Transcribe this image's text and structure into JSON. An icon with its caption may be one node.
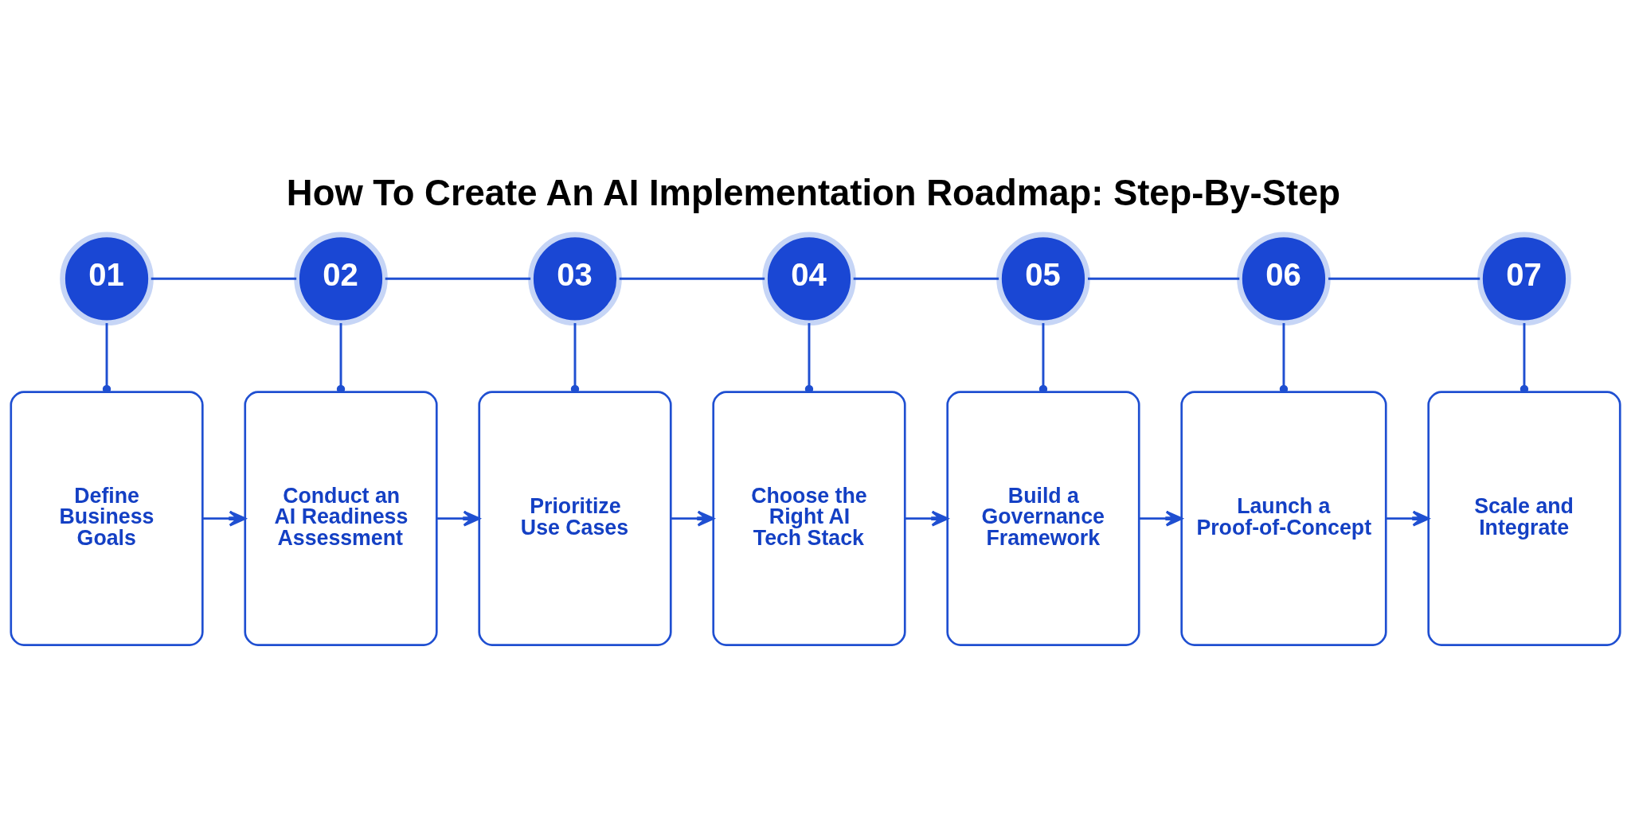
{
  "diagram": {
    "title": "How To Create An AI Implementation Roadmap: Step-By-Step",
    "nodes": [
      {
        "text": [
          "01"
        ]
      },
      {
        "text": [
          "02"
        ]
      },
      {
        "text": [
          "03"
        ]
      },
      {
        "text": [
          "04"
        ]
      },
      {
        "text": [
          "05"
        ]
      },
      {
        "text": [
          "06"
        ]
      },
      {
        "text": [
          "07"
        ]
      },
      {
        "text": [
          "Define Business Goals"
        ]
      },
      {
        "text": [
          "Conduct an AI Readiness Assessment"
        ]
      },
      {
        "text": [
          "Prioritize Use Cases"
        ]
      },
      {
        "text": [
          "Choose the Right AI Tech Stack"
        ]
      },
      {
        "text": [
          "Build a Governance Framework"
        ]
      },
      {
        "text": [
          "Launch a Proof-of-Concept"
        ]
      },
      {
        "text": [
          "Scale and Integrate"
        ]
      }
    ],
    "edges": [
      {
        "from": 0,
        "to": 1,
        "arrow": "none"
      },
      {
        "from": 1,
        "to": 2,
        "arrow": "none"
      },
      {
        "from": 2,
        "to": 3,
        "arrow": "none"
      },
      {
        "from": 3,
        "to": 4,
        "arrow": "none"
      },
      {
        "from": 4,
        "to": 5,
        "arrow": "none"
      },
      {
        "from": 5,
        "to": 6,
        "arrow": "none"
      },
      {
        "from": 0,
        "to": 7,
        "arrow": "other"
      },
      {
        "from": 1,
        "to": 8,
        "arrow": "other"
      },
      {
        "from": 2,
        "to": 9,
        "arrow": "other"
      },
      {
        "from": 3,
        "to": 10,
        "arrow": "other"
      },
      {
        "from": 4,
        "to": 11,
        "arrow": "other"
      },
      {
        "from": 5,
        "to": 12,
        "arrow": "other"
      },
      {
        "from": 6,
        "to": 13,
        "arrow": "other"
      },
      {
        "from": 7,
        "to": 8,
        "arrow": "to"
      },
      {
        "from": 8,
        "to": 9,
        "arrow": "to"
      },
      {
        "from": 9,
        "to": 10,
        "arrow": "to"
      },
      {
        "from": 10,
        "to": 11,
        "arrow": "to"
      },
      {
        "from": 11,
        "to": 12,
        "arrow": "to"
      },
      {
        "from": 12,
        "to": 13,
        "arrow": "to"
      }
    ]
  }
}
